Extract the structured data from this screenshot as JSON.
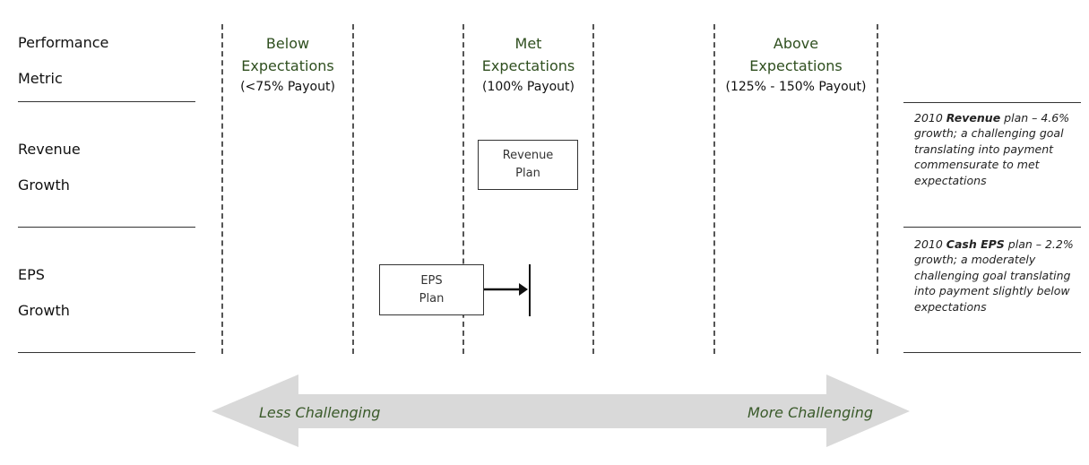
{
  "rows": {
    "header": {
      "line1": "Performance",
      "line2": "Metric"
    },
    "revenue": {
      "line1": "Revenue",
      "line2": "Growth"
    },
    "eps": {
      "line1": "EPS",
      "line2": "Growth"
    }
  },
  "columns": {
    "below": {
      "line1": "Below",
      "line2": "Expectations",
      "payout": "(<75% Payout)"
    },
    "met": {
      "line1": "Met",
      "line2": "Expectations",
      "payout": "(100% Payout)"
    },
    "above": {
      "line1": "Above",
      "line2": "Expectations",
      "payout": "(125% - 150% Payout)"
    }
  },
  "boxes": {
    "revenue_plan": {
      "line1": "Revenue",
      "line2": "Plan"
    },
    "eps_plan": {
      "line1": "EPS",
      "line2": "Plan"
    }
  },
  "notes": {
    "revenue": {
      "pre": "2010 ",
      "bold": "Revenue",
      "post": " plan – 4.6% growth; a challenging goal translating into payment commensurate to met expectations"
    },
    "eps": {
      "pre": "2010 ",
      "bold": "Cash EPS",
      "post": " plan – 2.2% growth; a moderately challenging goal translating into payment slightly below expectations"
    }
  },
  "scale": {
    "left_label": "Less Challenging",
    "right_label": "More Challenging"
  },
  "colors": {
    "header_green": "#2f4f1f",
    "arrow_fill": "#d9d9d9",
    "arrow_text": "#3a5a2a"
  }
}
